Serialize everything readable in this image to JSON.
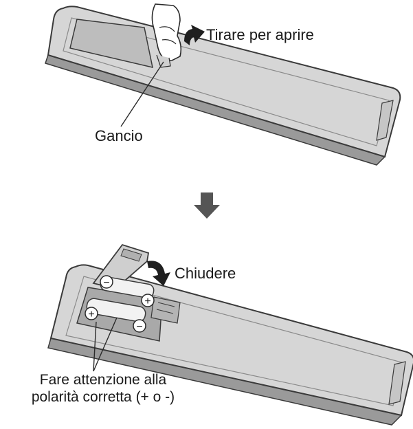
{
  "labels": {
    "pull_to_open": "Tirare per aprire",
    "hook": "Gancio",
    "close": "Chiudere",
    "polarity_line1": "Fare attenzione alla",
    "polarity_line2": "polarità corretta (+ o -)"
  },
  "battery_marks": {
    "plus": "+",
    "minus": "−"
  },
  "colors": {
    "remote_fill": "#d4d4d4",
    "remote_outline": "#3a3a3a",
    "arrow_fill": "#555555",
    "battery_fill": "#f2f2f2"
  }
}
